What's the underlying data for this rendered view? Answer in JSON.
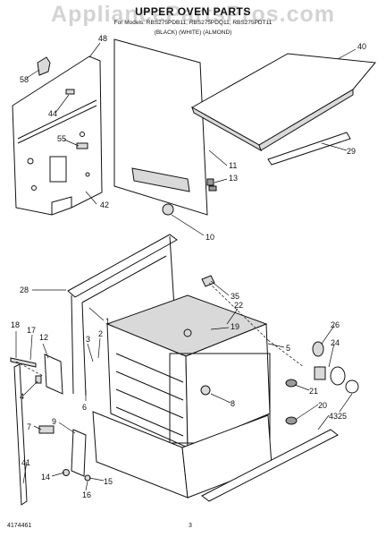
{
  "watermark": "AppliancePartsPros.com",
  "header": {
    "title": "UPPER OVEN PARTS",
    "models": "For Models: RBS275PDB11, RBS275PDQ11, RBS275PDT11",
    "colors": "(BLACK)          (WHITE)          (ALMOND)"
  },
  "footer": {
    "doc_number": "4174461",
    "page_number": "3"
  },
  "callouts": [
    "58",
    "48",
    "44",
    "55",
    "42",
    "40",
    "29",
    "11",
    "13",
    "10",
    "28",
    "35",
    "22",
    "1",
    "18",
    "17",
    "12",
    "3",
    "2",
    "19",
    "26",
    "24",
    "5",
    "4",
    "6",
    "8",
    "21",
    "25",
    "7",
    "9",
    "20",
    "43",
    "41",
    "14",
    "16",
    "15"
  ]
}
